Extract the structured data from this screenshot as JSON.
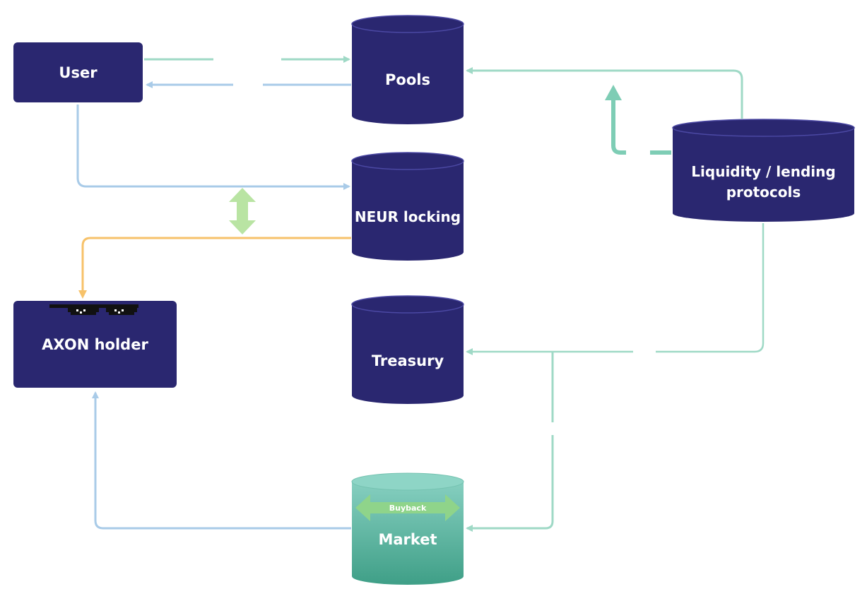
{
  "nodes": {
    "user": "User",
    "pools": "Pools",
    "neur_locking": "NEUR locking",
    "liquidity": [
      "Liquidity / lending",
      "protocols"
    ],
    "axon_holder": "AXON holder",
    "treasury": "Treasury",
    "market": "Market",
    "buyback": "Buyback"
  },
  "colors": {
    "node_fill": "#2a2770",
    "node_top": "#2a2770",
    "teal": "#9fd9c6",
    "teal_dark": "#7ecdb5",
    "blue": "#a9cbe8",
    "orange": "#f7c26a",
    "green_arrow": "#b9e4a3",
    "market_top": "#86cfc0",
    "market_bottom": "#3f9f87",
    "buyback_arrow": "#8fd48a"
  }
}
